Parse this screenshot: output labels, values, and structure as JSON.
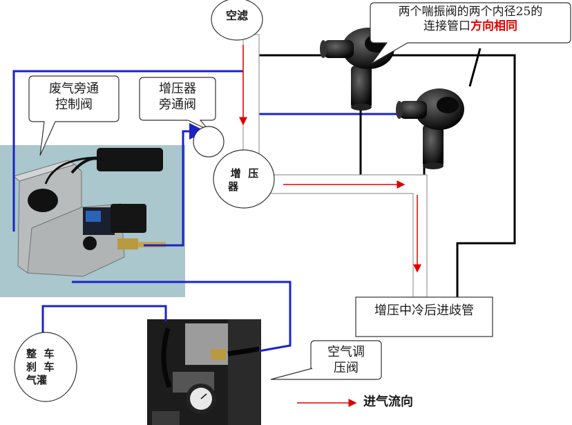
{
  "labels": {
    "air_filter": "空滤",
    "wastegate_line1": "废气旁通",
    "wastegate_line2": "控制阀",
    "bypass_line1": "增压器",
    "bypass_line2": "旁通阀",
    "turbo_line1": "增  压",
    "turbo_line2": "器",
    "blowoff_line1": "两个喘振阀的两个内径25的",
    "blowoff_line2_black": "连接管口",
    "blowoff_line2_red": "方向相同",
    "manifold": "增压中冷后进歧管",
    "brake_line1": "整  车",
    "brake_line2": "刹  车",
    "brake_line3": "气灌",
    "regulator_line1": "空气调",
    "regulator_line2": "压阀",
    "legend": "进气流向"
  },
  "colors": {
    "blue_line": "#1b22c8",
    "black_line": "#000000",
    "red_arrow": "#e00000",
    "photo_bg": "#a9c7cc"
  }
}
